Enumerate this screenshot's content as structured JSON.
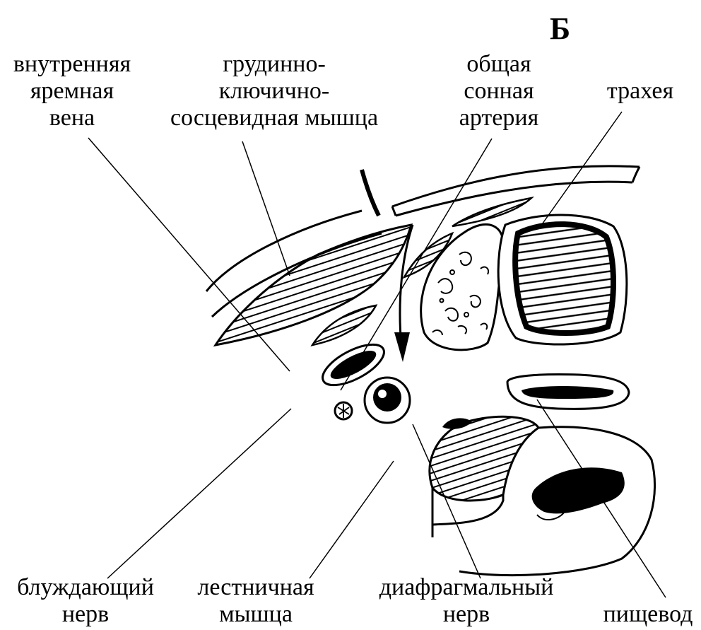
{
  "panel_letter": "Б",
  "labels": {
    "internal_jugular_vein": [
      "внутренняя",
      "яремная",
      "вена"
    ],
    "scm_muscle": [
      "грудинно-",
      "ключично-",
      "сосцевидная мышца"
    ],
    "common_carotid": [
      "общая",
      "сонная",
      "артерия"
    ],
    "trachea": [
      "трахея"
    ],
    "vagus_nerve": [
      "блуждающий",
      "нерв"
    ],
    "scalene_muscle": [
      "лестничная",
      "мышца"
    ],
    "phrenic_nerve": [
      "диафрагмальный",
      "нерв"
    ],
    "esophagus": [
      "пищевод"
    ]
  },
  "colors": {
    "ink": "#000000",
    "paper": "#ffffff"
  }
}
